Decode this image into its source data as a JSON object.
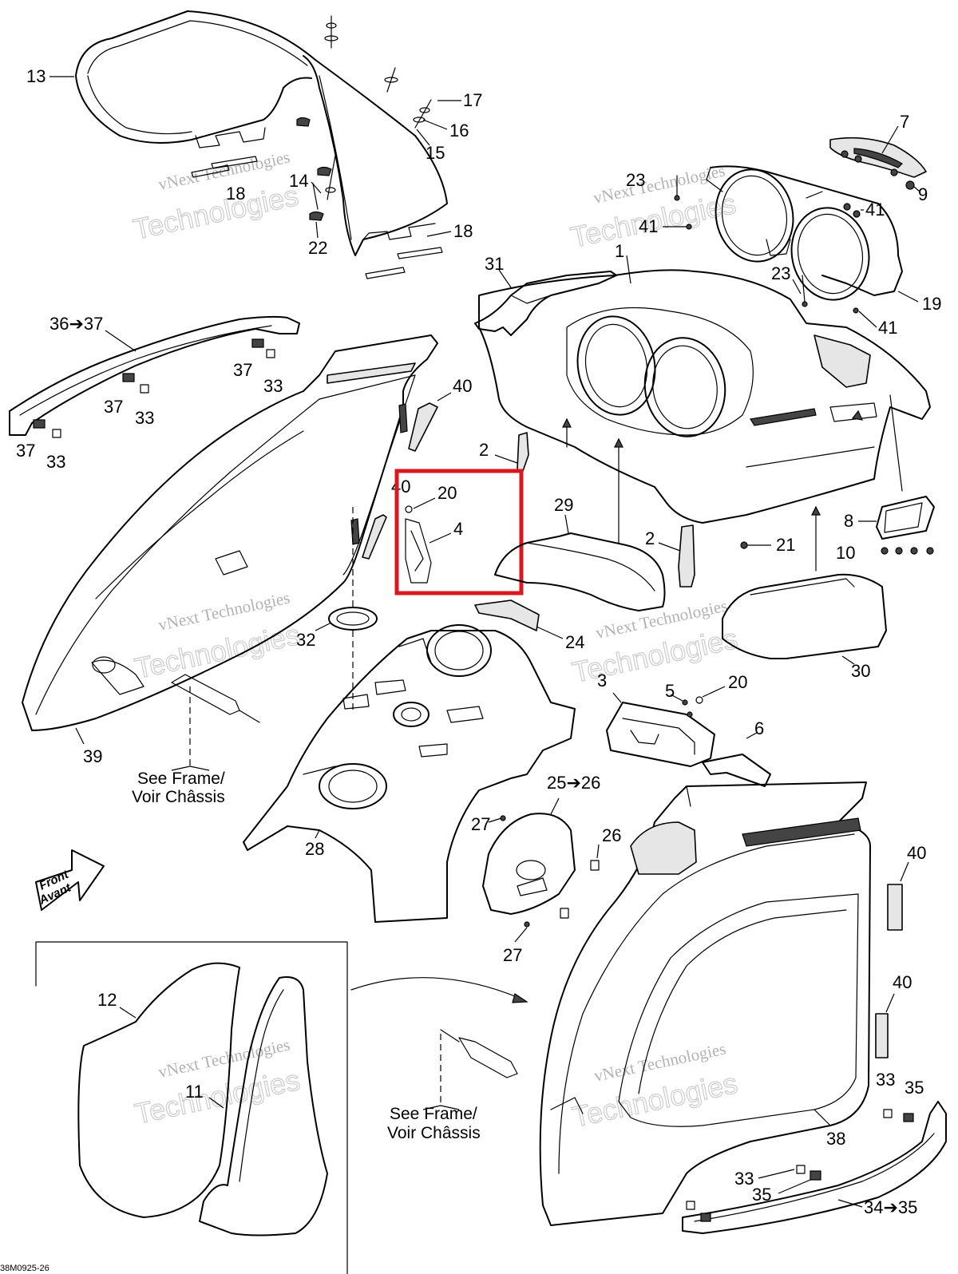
{
  "labels": {
    "p13": "13",
    "p17": "17",
    "p16": "16",
    "p15": "15",
    "p14": "14",
    "p18a": "18",
    "p18b": "18",
    "p22": "22",
    "p7": "7",
    "p9": "9",
    "p23a": "23",
    "p41a": "41",
    "p41b": "41",
    "p1": "1",
    "p23b": "23",
    "p19": "19",
    "p41c": "41",
    "p31": "31",
    "p36_37": "36➔37",
    "p37a": "37",
    "p33a": "33",
    "p37b": "37",
    "p33b": "33",
    "p37c": "37",
    "p33c": "33",
    "p40a": "40",
    "p40b": "40",
    "p2a": "2",
    "p20a": "20",
    "p4": "4",
    "p29": "29",
    "p2b": "2",
    "p21": "21",
    "p8": "8",
    "p10": "10",
    "p32": "32",
    "p24": "24",
    "p30": "30",
    "p3": "3",
    "p5": "5",
    "p20b": "20",
    "p6": "6",
    "p39": "39",
    "p28": "28",
    "p25_26": "25➔26",
    "p27a": "27",
    "p26": "26",
    "p27b": "27",
    "p40c": "40",
    "p40d": "40",
    "p12": "12",
    "p11": "11",
    "p38": "38",
    "p33d": "33",
    "p35a": "35",
    "p33e": "33",
    "p35b": "35",
    "p34_35": "34➔35"
  },
  "notes": {
    "see_frame_1_line1": "See Frame/",
    "see_frame_1_line2": "Voir Châssis",
    "see_frame_2_line1": "See Frame/",
    "see_frame_2_line2": "Voir Châssis",
    "front_line1": "Front",
    "front_line2": "Avant"
  },
  "watermark": {
    "line1": "vNext Technologies",
    "line2": "Technologies",
    "line3": "vNext"
  },
  "drawing_ref": "38M0925-26",
  "highlight_color": "#d9181f",
  "highlighted_parts": [
    "20",
    "4"
  ]
}
